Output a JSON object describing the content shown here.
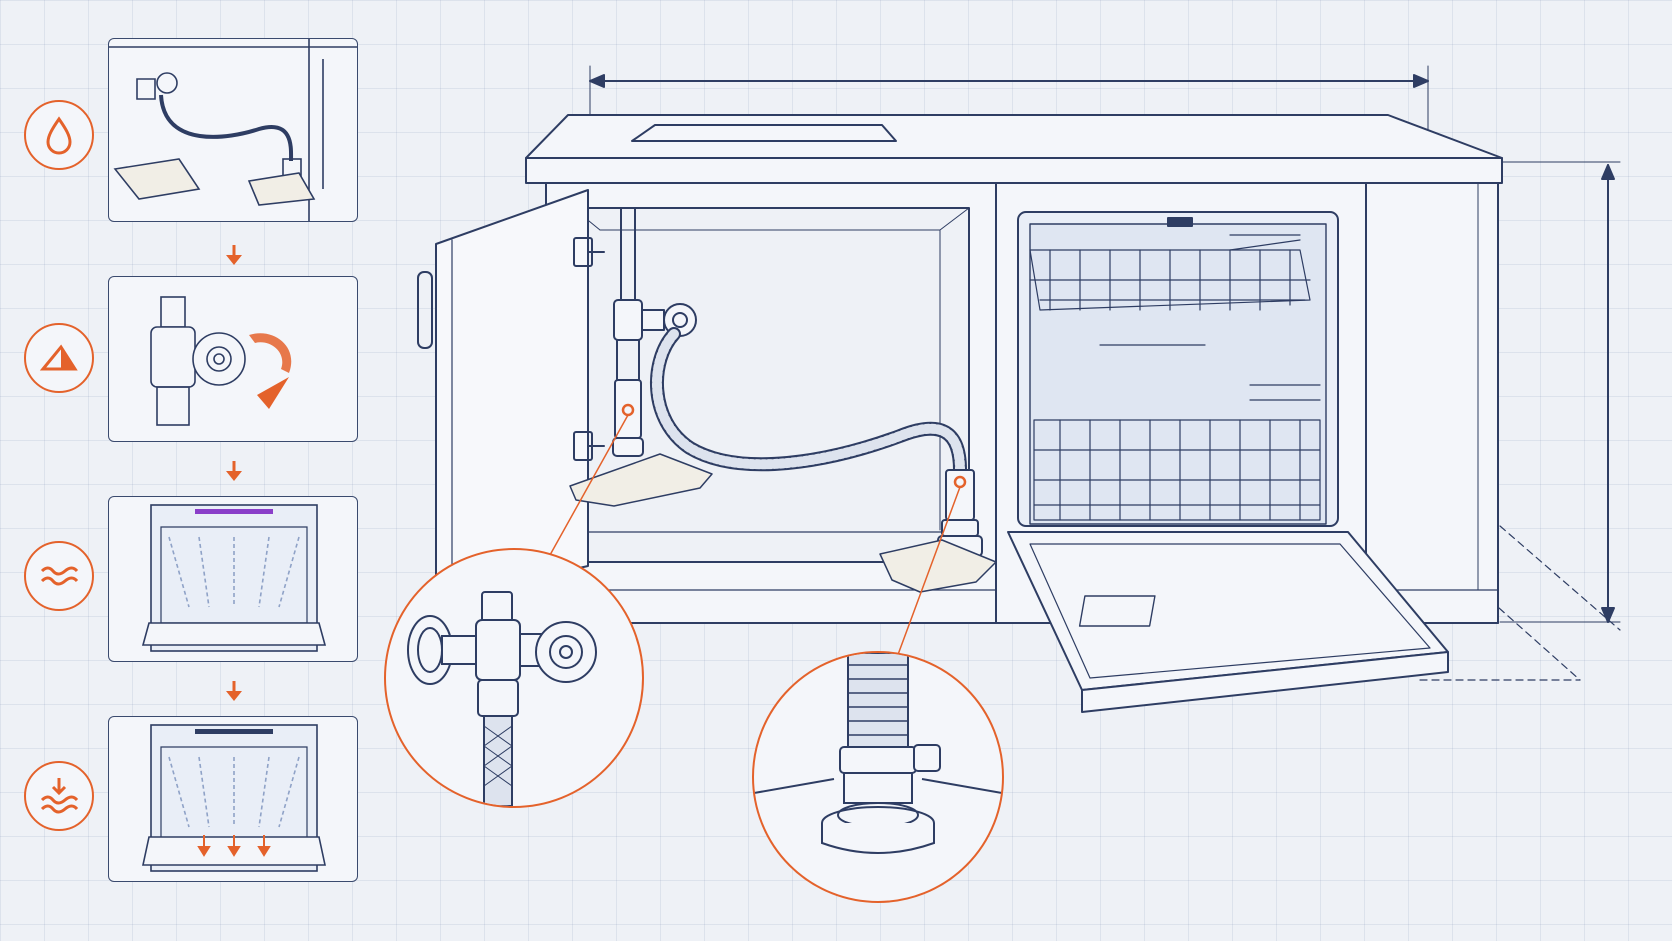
{
  "colors": {
    "background": "#eef1f6",
    "line": "#2e3d63",
    "accent": "#e4622b",
    "panel_fill": "#f4f6fa",
    "highlight": "#8a3ec9"
  },
  "steps": [
    {
      "id": 1,
      "icon": "water-drop-icon",
      "panel": "supply-hose-connection"
    },
    {
      "id": 2,
      "icon": "valve-open-icon",
      "panel": "shutoff-valve-turn"
    },
    {
      "id": 3,
      "icon": "water-waves-icon",
      "panel": "dishwasher-fill-cycle"
    },
    {
      "id": 4,
      "icon": "drain-water-icon",
      "panel": "dishwasher-drain-cycle"
    }
  ],
  "callouts": [
    {
      "id": "valve-detail",
      "subject": "water-supply-valve"
    },
    {
      "id": "drain-detail",
      "subject": "drain-hose-clamp"
    }
  ]
}
